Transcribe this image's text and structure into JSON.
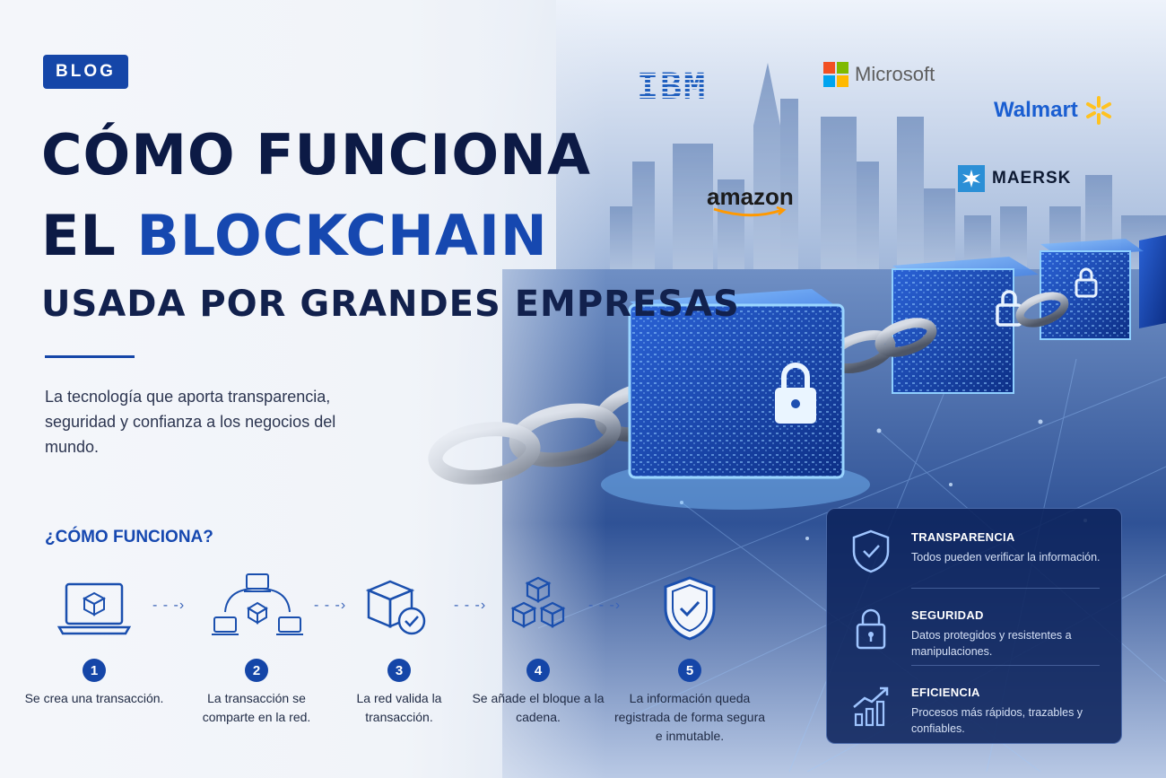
{
  "badge": "BLOG",
  "title": {
    "line1": "CÓMO FUNCIONA",
    "line2_prefix": "EL ",
    "line2_accent": "BLOCKCHAIN",
    "line3": "USADA POR GRANDES EMPRESAS"
  },
  "subtitle": "La tecnología que aporta transparencia, seguridad y confianza a los negocios del mundo.",
  "how_heading": "¿CÓMO FUNCIONA?",
  "steps": [
    {
      "number": "1",
      "text": "Se crea una transacción.",
      "icon": "laptop-cube-icon"
    },
    {
      "number": "2",
      "text": "La transacción se comparte en la red.",
      "icon": "network-icon"
    },
    {
      "number": "3",
      "text": "La red valida la transacción.",
      "icon": "validated-cube-icon"
    },
    {
      "number": "4",
      "text": "Se añade el bloque a la cadena.",
      "icon": "stacked-blocks-icon"
    },
    {
      "number": "5",
      "text": "La información queda registrada de forma segura e inmutable.",
      "icon": "shield-check-icon"
    }
  ],
  "logos": {
    "ibm": "IBM",
    "microsoft": "Microsoft",
    "walmart": "Walmart",
    "amazon": "amazon",
    "maersk": "MAERSK"
  },
  "features": [
    {
      "title": "TRANSPARENCIA",
      "text": "Todos pueden verificar la información.",
      "icon": "shield-check-icon"
    },
    {
      "title": "SEGURIDAD",
      "text": "Datos protegidos y resistentes a manipulaciones.",
      "icon": "padlock-icon"
    },
    {
      "title": "EFICIENCIA",
      "text": "Procesos más rápidos, trazables y confiables.",
      "icon": "growth-chart-icon"
    }
  ],
  "colors": {
    "accent": "#1546a8",
    "title": "#0c1a45",
    "panel": "#0c235c",
    "glow": "#5aa9ff"
  }
}
